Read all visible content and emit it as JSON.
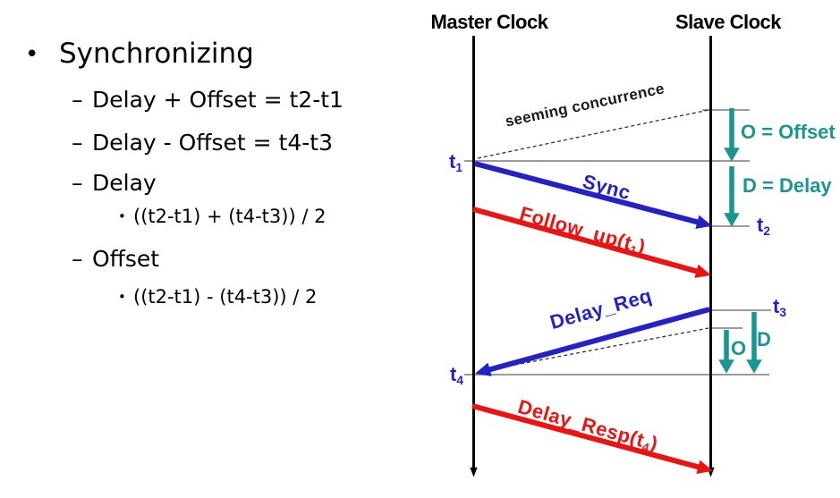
{
  "colors": {
    "blue": "#2222c8",
    "red": "#ec1313",
    "teal": "#189691",
    "gray": "#7a7a7a",
    "ink": "#000000"
  },
  "outline": {
    "bullet": "•",
    "dash": "–",
    "sub_bullet": "•",
    "title": "Synchronizing",
    "items": [
      {
        "text": "Delay + Offset = t2-t1"
      },
      {
        "text": "Delay - Offset = t4-t3"
      },
      {
        "text": "Delay"
      },
      {
        "text": "((t2-t1) + (t4-t3)) / 2"
      },
      {
        "text": "Offset"
      },
      {
        "text": "((t2-t1) - (t4-t3)) / 2"
      }
    ]
  },
  "diagram": {
    "master_title": "Master Clock",
    "slave_title": "Slave Clock",
    "seeming_concurrence": "seeming concurrence",
    "offset_label": "O = Offset",
    "delay_label": "D = Delay",
    "o_short": "O",
    "d_short": "D",
    "messages": {
      "sync": "Sync",
      "follow_up_prefix": "Follow_up(t",
      "follow_up_sub": "1",
      "follow_up_suffix": ")",
      "delay_req": "Delay_Req",
      "delay_resp_prefix": "Delay_Resp(t",
      "delay_resp_sub": "4",
      "delay_resp_suffix": ")"
    },
    "times": {
      "t1_base": "t",
      "t1_sub": "1",
      "t2_base": "t",
      "t2_sub": "2",
      "t3_base": "t",
      "t3_sub": "3",
      "t4_base": "t",
      "t4_sub": "4"
    }
  }
}
